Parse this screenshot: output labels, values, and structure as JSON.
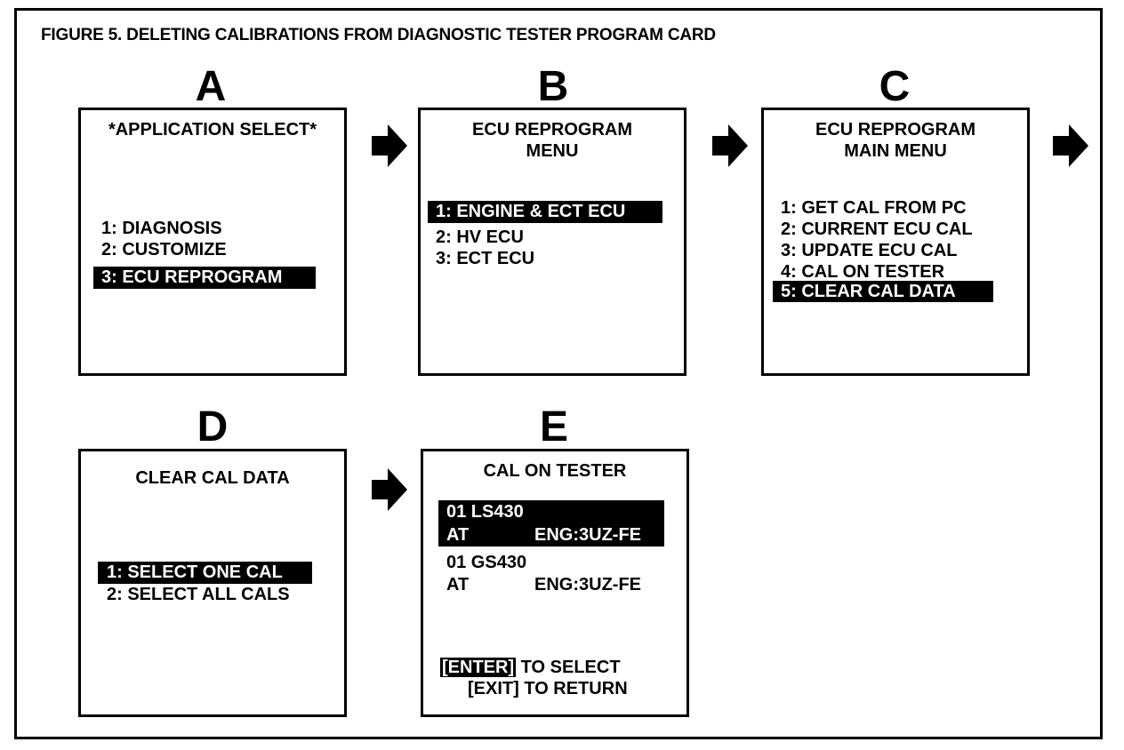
{
  "figure_title": "FIGURE 5.  DELETING CALIBRATIONS FROM DIAGNOSTIC TESTER PROGRAM CARD",
  "panels": {
    "A": {
      "letter": "A",
      "title": "*APPLICATION SELECT*",
      "items": [
        "1:  DIAGNOSIS",
        "2:  CUSTOMIZE"
      ],
      "selected": "3:  ECU REPROGRAM"
    },
    "B": {
      "letter": "B",
      "title_line1": "ECU REPROGRAM",
      "title_line2": "MENU",
      "selected": "1:  ENGINE & ECT ECU",
      "items": [
        "2:  HV ECU",
        "3:  ECT ECU"
      ]
    },
    "C": {
      "letter": "C",
      "title_line1": "ECU REPROGRAM",
      "title_line2": "MAIN MENU",
      "items": [
        "1:  GET CAL FROM PC",
        "2:  CURRENT ECU CAL",
        "3:  UPDATE ECU CAL",
        "4:  CAL ON TESTER"
      ],
      "selected": "5:  CLEAR CAL DATA"
    },
    "D": {
      "letter": "D",
      "title": "CLEAR CAL DATA",
      "selected": "1: SELECT ONE CAL",
      "items": [
        "2: SELECT ALL CALS"
      ]
    },
    "E": {
      "letter": "E",
      "title": "CAL ON TESTER",
      "selected_line1": "01 LS430",
      "selected_line2_left": "AT",
      "selected_line2_right": "ENG:3UZ-FE",
      "item_line1": "01 GS430",
      "item_line2_left": "AT",
      "item_line2_right": "ENG:3UZ-FE",
      "enter_key": "[ENTER]",
      "enter_text": " TO SELECT",
      "exit_key": "[EXIT]",
      "exit_text": " TO RETURN"
    }
  },
  "icons": [
    "arrow-right-icon"
  ]
}
